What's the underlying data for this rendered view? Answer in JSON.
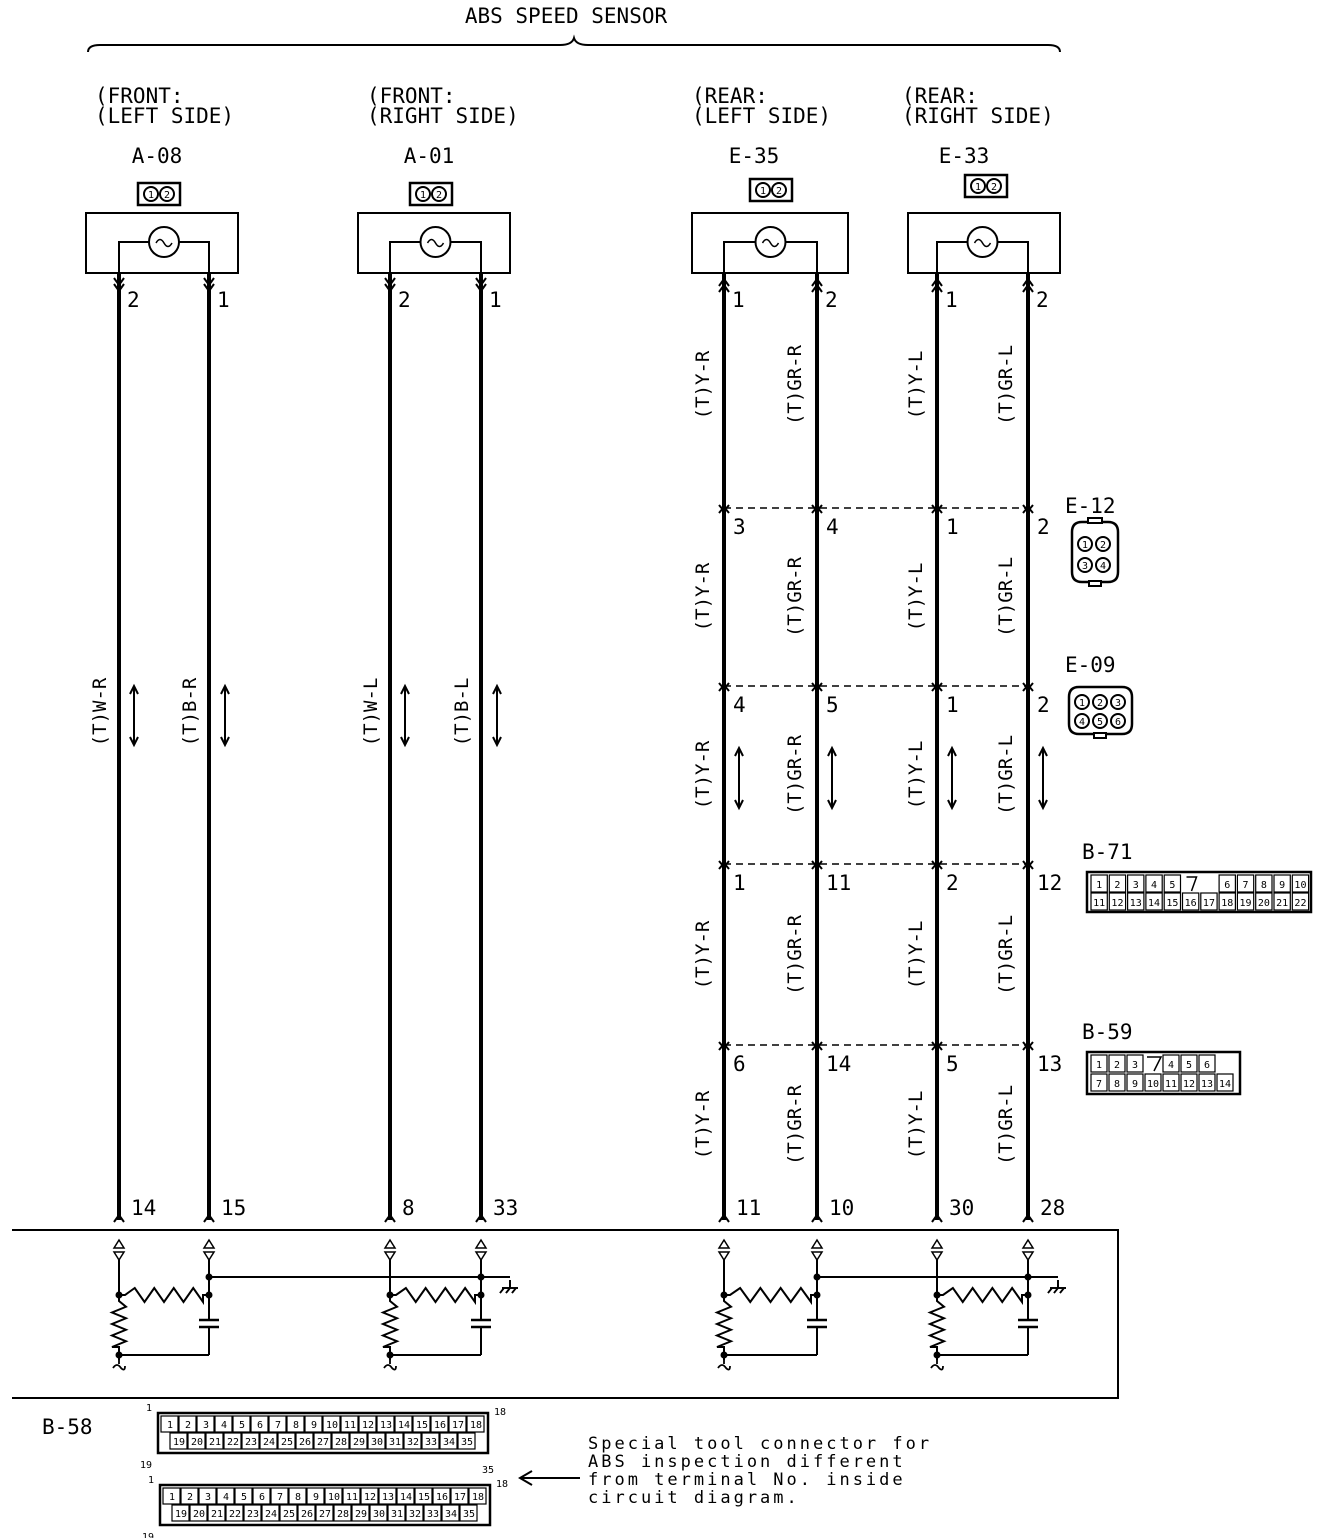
{
  "title": "ABS SPEED SENSOR",
  "sensors": [
    {
      "id": "front-left",
      "location_line1": "(FRONT:",
      "location_line2": "(LEFT SIDE)",
      "connector": "A-08",
      "connector_pins": "12",
      "pin_left": "2",
      "pin_right": "1",
      "wire_left": "(T)W-R",
      "wire_right": "(T)B-R",
      "ecu_left": "14",
      "ecu_right": "15"
    },
    {
      "id": "front-right",
      "location_line1": "(FRONT:",
      "location_line2": "(RIGHT SIDE)",
      "connector": "A-01",
      "connector_pins": "12",
      "pin_left": "2",
      "pin_right": "1",
      "wire_left": "(T)W-L",
      "wire_right": "(T)B-L",
      "ecu_left": "8",
      "ecu_right": "33"
    },
    {
      "id": "rear-left",
      "location_line1": "(REAR:",
      "location_line2": "(LEFT SIDE)",
      "connector": "E-35",
      "connector_pins": "12",
      "pin_left": "1",
      "pin_right": "2",
      "wire_left": "(T)Y-R",
      "wire_right": "(T)GR-R",
      "ecu_left": "11",
      "ecu_right": "10"
    },
    {
      "id": "rear-right",
      "location_line1": "(REAR:",
      "location_line2": "(RIGHT SIDE)",
      "connector": "E-33",
      "connector_pins": "12",
      "pin_left": "1",
      "pin_right": "2",
      "wire_left": "(T)Y-L",
      "wire_right": "(T)GR-L",
      "ecu_left": "30",
      "ecu_right": "28"
    }
  ],
  "junctions": [
    {
      "connector": "E-12",
      "pins": [
        "3",
        "4",
        "1",
        "2"
      ],
      "face_pins": [
        "1",
        "2",
        "3",
        "4"
      ]
    },
    {
      "connector": "E-09",
      "pins": [
        "4",
        "5",
        "1",
        "2"
      ],
      "face_pins": [
        "1",
        "2",
        "3",
        "4",
        "5",
        "6"
      ]
    },
    {
      "connector": "B-71",
      "pins": [
        "1",
        "11",
        "2",
        "12"
      ],
      "face_row1": [
        "1",
        "2",
        "3",
        "4",
        "5",
        "",
        "6",
        "7",
        "8",
        "9",
        "10"
      ],
      "face_row2": [
        "11",
        "12",
        "13",
        "14",
        "15",
        "16",
        "17",
        "18",
        "19",
        "20",
        "21",
        "22"
      ]
    },
    {
      "connector": "B-59",
      "pins": [
        "6",
        "14",
        "5",
        "13"
      ],
      "face_row1": [
        "1",
        "2",
        "3",
        "",
        "4",
        "5",
        "6"
      ],
      "face_row2": [
        "7",
        "8",
        "9",
        "10",
        "11",
        "12",
        "13",
        "14"
      ]
    }
  ],
  "ecu_connector": {
    "label": "B-58",
    "row1": [
      "1",
      "2",
      "3",
      "4",
      "5",
      "6",
      "7",
      "8",
      "9",
      "10",
      "11",
      "12",
      "13",
      "14",
      "15",
      "16",
      "17",
      "18"
    ],
    "row2": [
      "19",
      "20",
      "21",
      "22",
      "23",
      "24",
      "25",
      "26",
      "27",
      "28",
      "29",
      "30",
      "31",
      "32",
      "33",
      "34",
      "35"
    ],
    "corner_tl": "1",
    "corner_tr": "18",
    "corner_bl": "19",
    "corner_br": "35"
  },
  "note": [
    "Special tool connector for",
    "ABS inspection different",
    "from terminal No. inside",
    "circuit diagram."
  ]
}
